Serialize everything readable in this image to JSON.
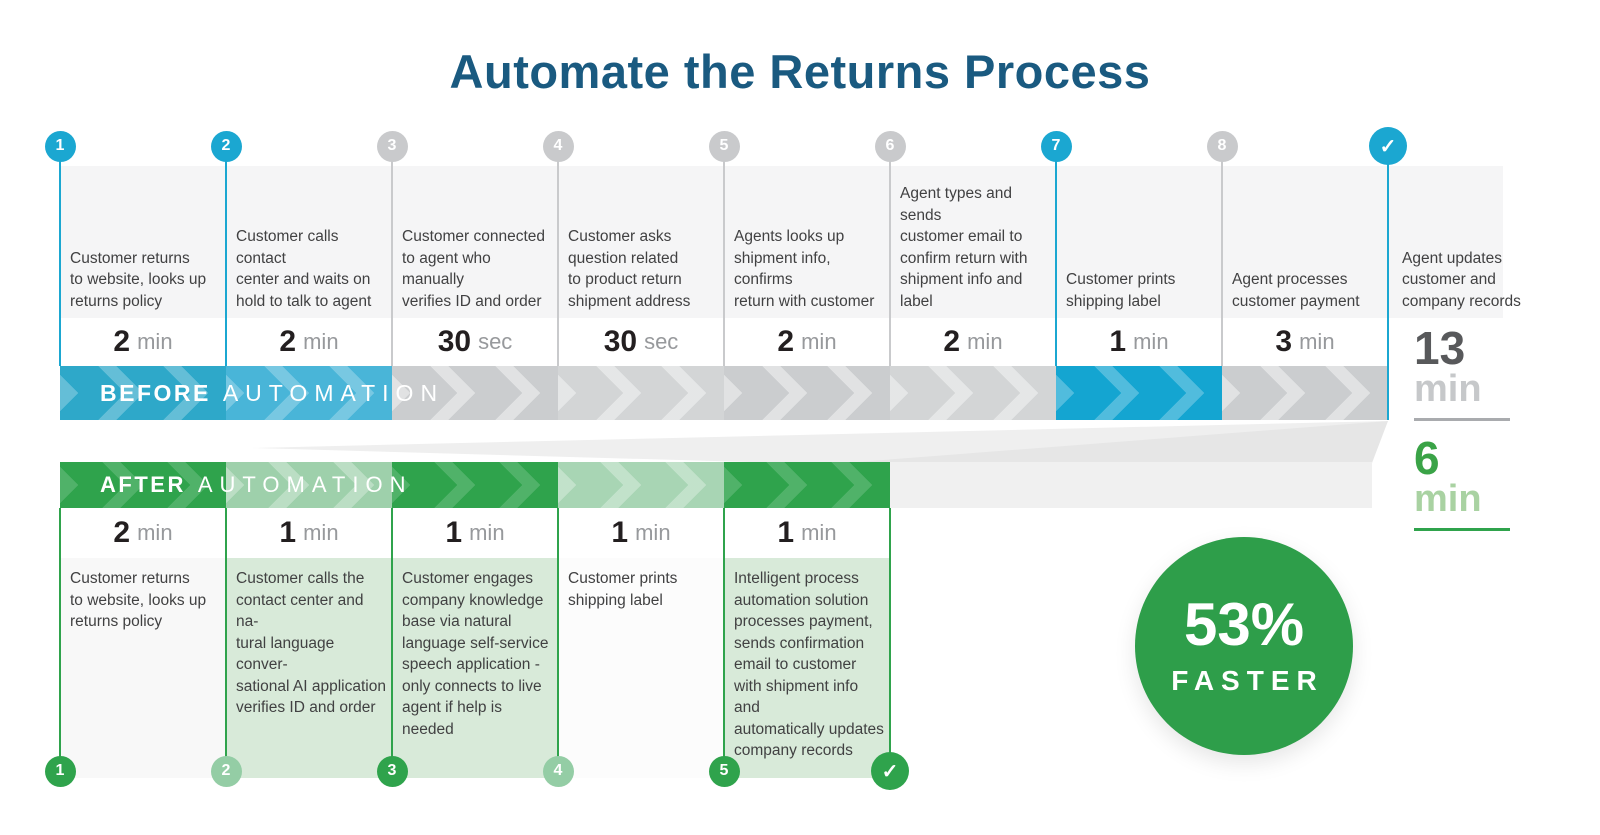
{
  "title": "Automate the Returns Process",
  "colors": {
    "title": "#1a5a80",
    "blue": "#1ba7d1",
    "gray": "#c9cacc",
    "green": "#2fa34c",
    "green_muted": "#94cda5",
    "green_desc_bg": "#d8ead9",
    "badge_green": "#2e9e4a",
    "total_before_num": "#58595b",
    "total_before_unit": "#c6c8ca",
    "total_after_num": "#3aa347",
    "total_after_unit": "#a9d2a2"
  },
  "check_glyph": "✓",
  "before": {
    "label_bold": "BEFORE",
    "label_light": "AUTOMATION",
    "steps": [
      {
        "num": "1",
        "accent": "blue",
        "bar_color": "#2ea8c9",
        "desc": "Customer returns\nto website, looks up\nreturns policy",
        "time": "2",
        "unit": "min"
      },
      {
        "num": "2",
        "accent": "blue",
        "bar_color": "#49b5d8",
        "desc": "Customer calls contact\ncenter and waits on\nhold to talk to agent",
        "time": "2",
        "unit": "min"
      },
      {
        "num": "3",
        "accent": "gray",
        "bar_color": "#cbcdcf",
        "desc": "Customer connected\nto agent who manually\nverifies ID and order",
        "time": "30",
        "unit": "sec"
      },
      {
        "num": "4",
        "accent": "gray",
        "bar_color": "#d3d5d6",
        "desc": "Customer asks\nquestion related\nto product return\nshipment address",
        "time": "30",
        "unit": "sec"
      },
      {
        "num": "5",
        "accent": "gray",
        "bar_color": "#cbcdcf",
        "desc": "Agents looks up\nshipment info, confirms\nreturn with customer",
        "time": "2",
        "unit": "min"
      },
      {
        "num": "6",
        "accent": "gray",
        "bar_color": "#d3d5d6",
        "desc": "Agent types and sends\ncustomer email to\nconfirm return with\nshipment info and label",
        "time": "2",
        "unit": "min"
      },
      {
        "num": "7",
        "accent": "blue",
        "bar_color": "#14a5d1",
        "desc": "Customer prints\nshipping label",
        "time": "1",
        "unit": "min"
      },
      {
        "num": "8",
        "accent": "gray",
        "bar_color": "#cbcdcf",
        "desc": "Agent processes\ncustomer payment",
        "time": "3",
        "unit": "min"
      }
    ],
    "end_desc": "Agent updates\ncustomer and\ncompany records",
    "total": {
      "value": "13",
      "unit": "min"
    }
  },
  "after": {
    "label_bold": "AFTER",
    "label_light": "AUTOMATION",
    "steps": [
      {
        "num": "1",
        "accent": "dark",
        "bar_color": "#2fa34c",
        "bg": "#f8f8f8",
        "desc": "Customer returns\nto website, looks up\nreturns policy",
        "time": "2",
        "unit": "min"
      },
      {
        "num": "2",
        "accent": "muted",
        "bar_color": "#9ed0ab",
        "bg": "#d8ead9",
        "desc": "Customer calls the\ncontact center and na-\ntural language conver-\nsational AI application\nverifies ID and order",
        "time": "1",
        "unit": "min"
      },
      {
        "num": "3",
        "accent": "dark",
        "bar_color": "#2fa34c",
        "bg": "#d8ead9",
        "desc": "Customer engages\ncompany knowledge\nbase via natural\nlanguage self-service\nspeech application -\nonly connects to live\nagent if help is needed",
        "time": "1",
        "unit": "min"
      },
      {
        "num": "4",
        "accent": "muted",
        "bar_color": "#a8d5b4",
        "bg": "#fcfcfc",
        "desc": "Customer prints\nshipping label",
        "time": "1",
        "unit": "min"
      },
      {
        "num": "5",
        "accent": "dark",
        "bar_color": "#2fa34c",
        "bg": "#d8ead9",
        "desc": "Intelligent process\nautomation solution\nprocesses payment,\nsends confirmation\nemail to customer\nwith shipment info and\nautomatically updates\ncompany records",
        "time": "1",
        "unit": "min"
      }
    ],
    "total": {
      "value": "6",
      "unit": "min"
    }
  },
  "badge": {
    "percent": "53%",
    "label": "FASTER"
  }
}
